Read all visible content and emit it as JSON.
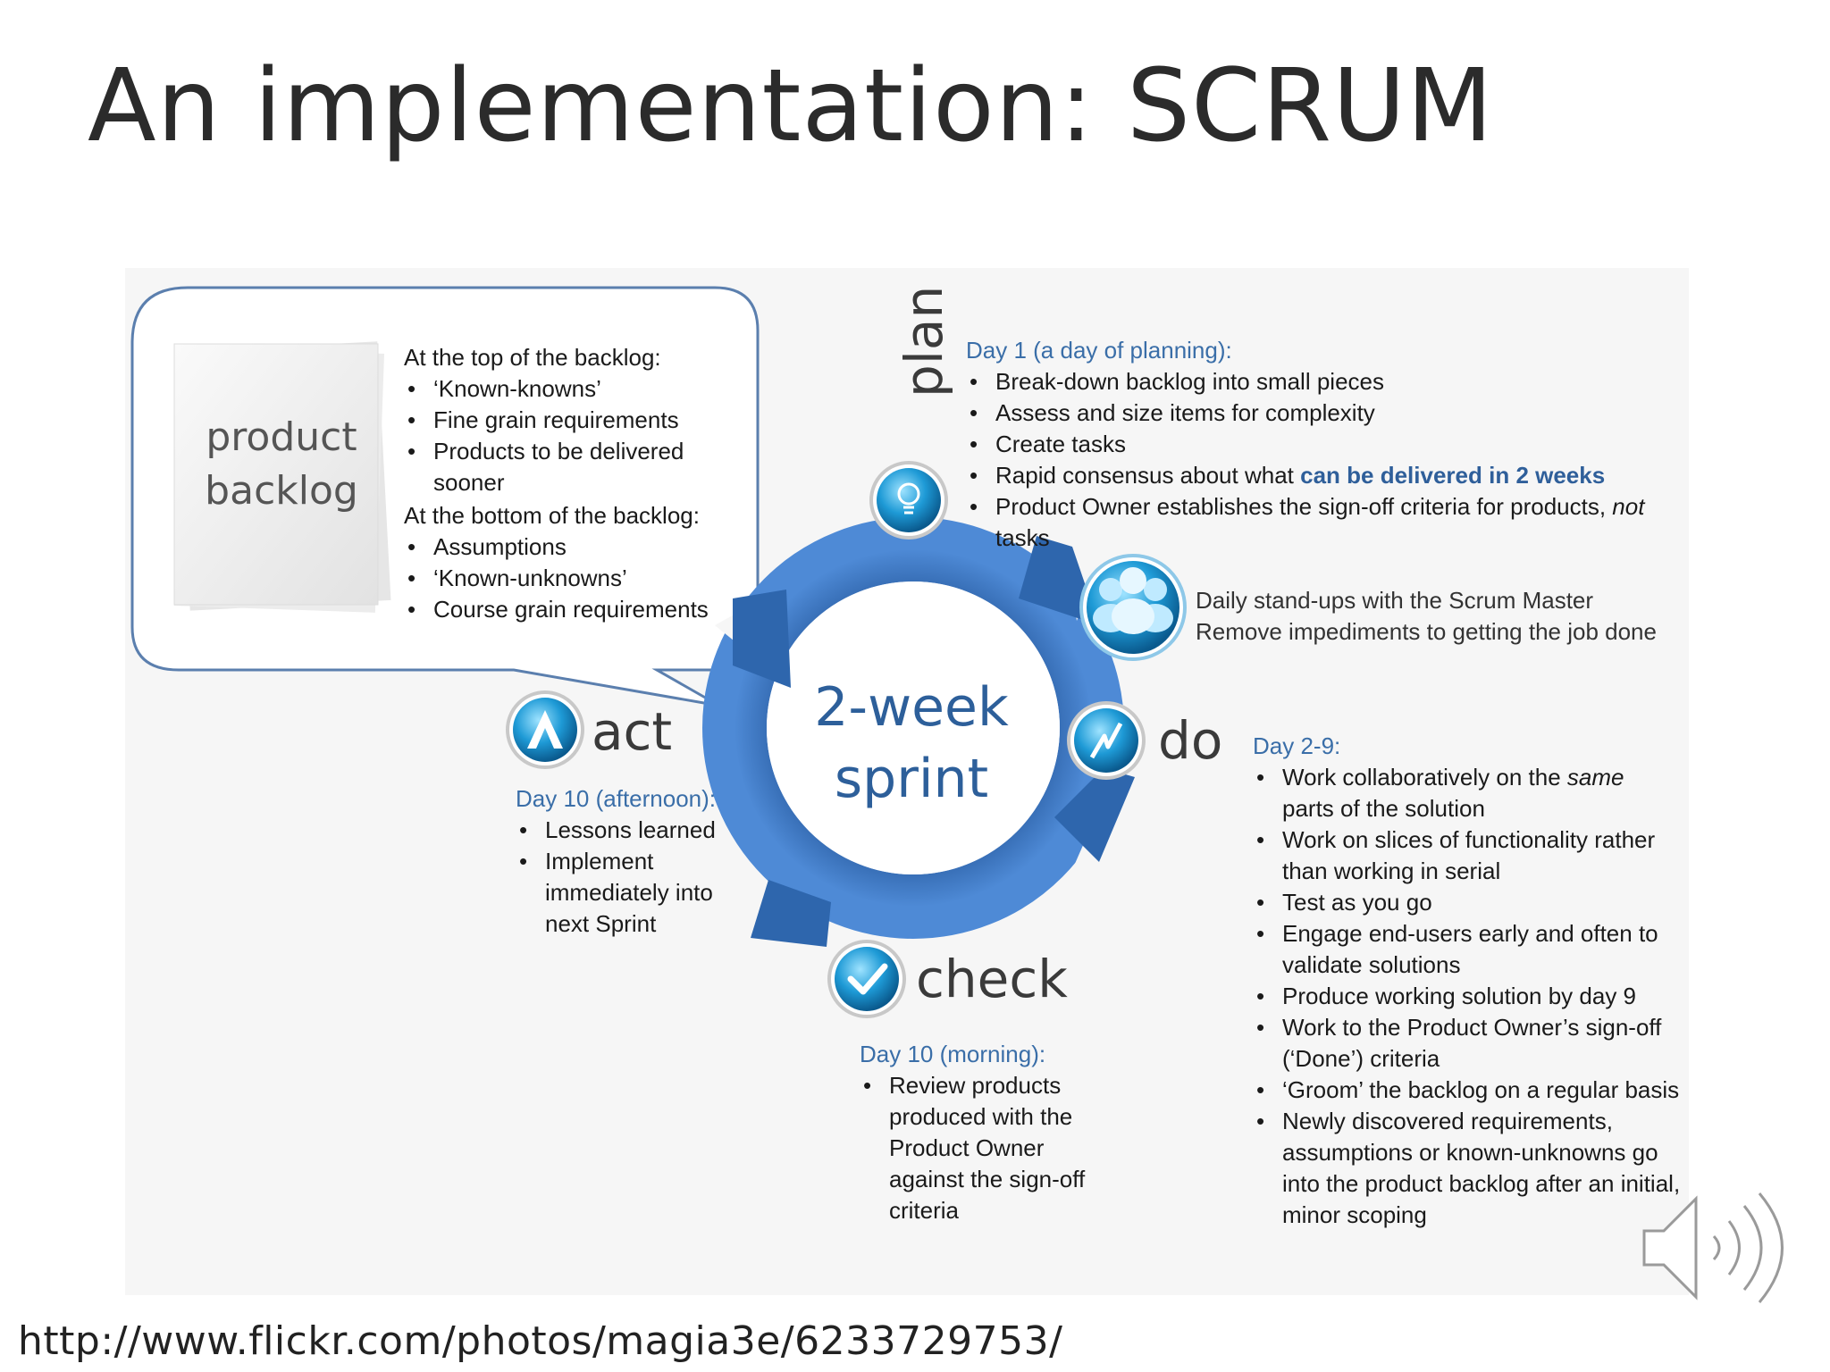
{
  "title": "An implementation: SCRUM",
  "backlog": {
    "label_line1": "product",
    "label_line2": "backlog",
    "top_heading": "At the top of the backlog:",
    "top_items": [
      "‘Known-knowns’",
      "Fine grain requirements",
      "Products to be delivered  sooner"
    ],
    "bottom_heading": "At the bottom of the backlog:",
    "bottom_items": [
      "Assumptions",
      "‘Known-unknowns’",
      "Course grain requirements"
    ]
  },
  "center": {
    "line1": "2-week",
    "line2": "sprint"
  },
  "plan": {
    "label": "plan",
    "heading": "Day 1 (a day of planning):",
    "items": [
      "Break-down backlog  into small  pieces",
      "Assess and size items for complexity",
      "Create tasks"
    ],
    "item4_prefix": "Rapid consensus  about what ",
    "item4_highlight": "can be delivered in 2 weeks",
    "item5_prefix": "Product Owner establishes  the sign-off criteria for products, ",
    "item5_emph": "not",
    "item5_suffix": " tasks"
  },
  "standup": {
    "line1": "Daily stand-ups with the Scrum Master",
    "line2": "Remove impediments  to getting the job done"
  },
  "do": {
    "label": "do",
    "heading": "Day 2-9:",
    "item1_prefix": "Work collaboratively  on the ",
    "item1_emph": "same",
    "item1_suffix": " parts of the solution",
    "items": [
      "Work on slices of functionality  rather than working in serial",
      "Test as you go",
      "Engage end-users early and often to validate solutions",
      "Produce working solution by day 9",
      "Work to the Product Owner’s sign-off (‘Done’) criteria",
      "‘Groom’ the backlog on a regular basis",
      "Newly discovered  requirements, assumptions  or known-unknowns go into the product backlog  after an initial, minor scoping"
    ]
  },
  "check": {
    "label": "check",
    "heading": "Day 10 (morning):",
    "items": [
      "Review products produced with the Product Owner against the sign-off criteria"
    ]
  },
  "act": {
    "label": "act",
    "heading": "Day 10 (afternoon):",
    "items": [
      "Lessons learned",
      "Implement immediately  into next Sprint"
    ]
  },
  "source_url": "http://www.flickr.com/photos/magia3e/6233729753/",
  "colors": {
    "ring": "#3b78c4",
    "ring_dark": "#2a5ea3",
    "heading": "#3a6ea8",
    "bubble_border": "#5b7fae"
  },
  "icons": [
    "lightbulb-icon",
    "people-icon",
    "lightning-icon",
    "checkmark-icon",
    "act-a-icon",
    "speaker-icon"
  ]
}
